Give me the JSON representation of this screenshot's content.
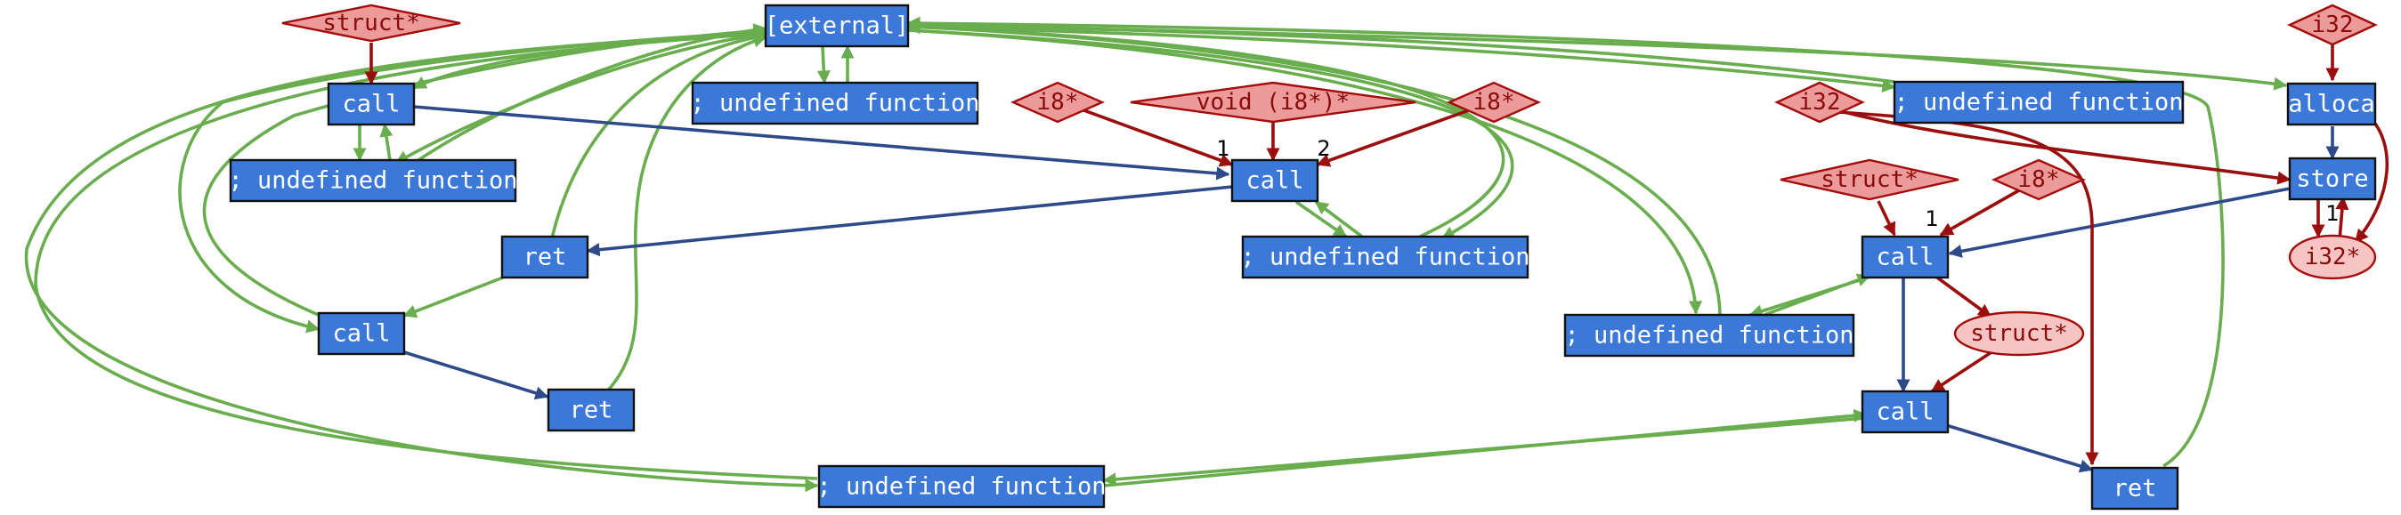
{
  "graph": {
    "nodes": [
      {
        "id": "external",
        "label": "[external]",
        "kind": "block"
      },
      {
        "id": "undef_1",
        "label": "; undefined function",
        "kind": "block"
      },
      {
        "id": "call_a",
        "label": "call",
        "kind": "block"
      },
      {
        "id": "undef_2",
        "label": "; undefined function",
        "kind": "block"
      },
      {
        "id": "ret_a",
        "label": "ret",
        "kind": "block"
      },
      {
        "id": "call_b",
        "label": "call",
        "kind": "block"
      },
      {
        "id": "ret_b",
        "label": "ret",
        "kind": "block"
      },
      {
        "id": "undef_3",
        "label": "; undefined function",
        "kind": "block"
      },
      {
        "id": "call_c",
        "label": "call",
        "kind": "block"
      },
      {
        "id": "undef_4",
        "label": "; undefined function",
        "kind": "block"
      },
      {
        "id": "undef_5",
        "label": "; undefined function",
        "kind": "block"
      },
      {
        "id": "alloca",
        "label": "alloca",
        "kind": "block"
      },
      {
        "id": "store",
        "label": "store",
        "kind": "block"
      },
      {
        "id": "call_d",
        "label": "call",
        "kind": "block"
      },
      {
        "id": "undef_6",
        "label": "; undefined function",
        "kind": "block"
      },
      {
        "id": "call_e",
        "label": "call",
        "kind": "block"
      },
      {
        "id": "ret_c",
        "label": "ret",
        "kind": "block"
      },
      {
        "id": "t_struct_a",
        "label": "struct*",
        "kind": "type"
      },
      {
        "id": "t_i8_a",
        "label": "i8*",
        "kind": "type"
      },
      {
        "id": "t_void",
        "label": "void (i8*)*",
        "kind": "type"
      },
      {
        "id": "t_i8_b",
        "label": "i8*",
        "kind": "type"
      },
      {
        "id": "t_i32_a",
        "label": "i32",
        "kind": "type"
      },
      {
        "id": "t_struct_b",
        "label": "struct*",
        "kind": "type"
      },
      {
        "id": "t_i8_c",
        "label": "i8*",
        "kind": "type"
      },
      {
        "id": "t_i32_b",
        "label": "i32",
        "kind": "type"
      },
      {
        "id": "v_i32p",
        "label": "i32*",
        "kind": "value"
      },
      {
        "id": "v_struct",
        "label": "struct*",
        "kind": "value"
      }
    ],
    "edge_labels": [
      {
        "id": "lbl_call_c_1",
        "text": "1"
      },
      {
        "id": "lbl_call_c_2",
        "text": "2"
      },
      {
        "id": "lbl_call_d_1",
        "text": "1"
      },
      {
        "id": "lbl_store_1",
        "text": "1"
      }
    ],
    "edges": [
      {
        "from": "t_struct_a",
        "to": "call_a",
        "kind": "data"
      },
      {
        "from": "call_a",
        "to": "undef_2",
        "kind": "call"
      },
      {
        "from": "undef_2",
        "to": "call_a",
        "kind": "call"
      },
      {
        "from": "external",
        "to": "call_a",
        "kind": "call"
      },
      {
        "from": "undef_2",
        "to": "external",
        "kind": "call"
      },
      {
        "from": "external",
        "to": "undef_2",
        "kind": "call"
      },
      {
        "from": "external",
        "to": "undef_1",
        "kind": "call"
      },
      {
        "from": "undef_1",
        "to": "external",
        "kind": "call"
      },
      {
        "from": "call_a",
        "to": "call_c",
        "kind": "control"
      },
      {
        "from": "t_i8_a",
        "to": "call_c",
        "kind": "data"
      },
      {
        "from": "t_void",
        "to": "call_c",
        "kind": "data"
      },
      {
        "from": "t_i8_b",
        "to": "call_c",
        "kind": "data"
      },
      {
        "from": "call_c",
        "to": "undef_3",
        "kind": "call"
      },
      {
        "from": "undef_3",
        "to": "call_c",
        "kind": "call"
      },
      {
        "from": "undef_3",
        "to": "external",
        "kind": "call"
      },
      {
        "from": "external",
        "to": "undef_3",
        "kind": "call"
      },
      {
        "from": "call_c",
        "to": "ret_a",
        "kind": "control"
      },
      {
        "from": "ret_a",
        "to": "external",
        "kind": "call"
      },
      {
        "from": "ret_a",
        "to": "call_b",
        "kind": "call"
      },
      {
        "from": "call_b",
        "to": "external",
        "kind": "call"
      },
      {
        "from": "external",
        "to": "call_b",
        "kind": "call"
      },
      {
        "from": "call_b",
        "to": "ret_b",
        "kind": "control"
      },
      {
        "from": "ret_b",
        "to": "external",
        "kind": "call"
      },
      {
        "from": "external",
        "to": "undef_4",
        "kind": "call"
      },
      {
        "from": "undef_4",
        "to": "external",
        "kind": "call"
      },
      {
        "from": "external",
        "to": "undef_5",
        "kind": "call"
      },
      {
        "from": "undef_5",
        "to": "external",
        "kind": "call"
      },
      {
        "from": "external",
        "to": "alloca",
        "kind": "call"
      },
      {
        "from": "t_i32_b",
        "to": "alloca",
        "kind": "data"
      },
      {
        "from": "alloca",
        "to": "store",
        "kind": "control"
      },
      {
        "from": "alloca",
        "to": "v_i32p",
        "kind": "data"
      },
      {
        "from": "t_i32_a",
        "to": "store",
        "kind": "data"
      },
      {
        "from": "store",
        "to": "v_i32p",
        "kind": "data"
      },
      {
        "from": "v_i32p",
        "to": "store",
        "kind": "data"
      },
      {
        "from": "store",
        "to": "call_d",
        "kind": "control"
      },
      {
        "from": "t_struct_b",
        "to": "call_d",
        "kind": "data"
      },
      {
        "from": "t_i8_c",
        "to": "call_d",
        "kind": "data"
      },
      {
        "from": "call_d",
        "to": "undef_6",
        "kind": "call"
      },
      {
        "from": "undef_6",
        "to": "call_d",
        "kind": "call"
      },
      {
        "from": "undef_6",
        "to": "external",
        "kind": "call"
      },
      {
        "from": "external",
        "to": "undef_6",
        "kind": "call"
      },
      {
        "from": "call_d",
        "to": "v_struct",
        "kind": "data"
      },
      {
        "from": "call_d",
        "to": "call_e",
        "kind": "control"
      },
      {
        "from": "v_struct",
        "to": "call_e",
        "kind": "data"
      },
      {
        "from": "call_e",
        "to": "undef_4",
        "kind": "call"
      },
      {
        "from": "undef_4",
        "to": "call_e",
        "kind": "call"
      },
      {
        "from": "call_e",
        "to": "ret_c",
        "kind": "control"
      },
      {
        "from": "t_i32_a",
        "to": "ret_c",
        "kind": "data"
      },
      {
        "from": "ret_c",
        "to": "external",
        "kind": "call"
      }
    ],
    "colors": {
      "block_fill": "#3b78d8",
      "type_fill": "#ec9a9a",
      "value_fill": "#f7c4c4",
      "call_edge": "#6aad4f",
      "control_edge": "#2f4a8a",
      "data_edge": "#9a0e0e"
    }
  }
}
